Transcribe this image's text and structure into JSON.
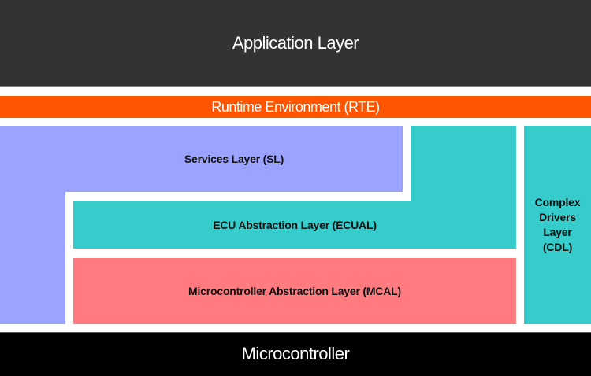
{
  "layers": {
    "application": {
      "label": "Application Layer",
      "color": "#333333"
    },
    "rte": {
      "label": "Runtime Environment (RTE)",
      "color": "#ff5500"
    },
    "services": {
      "label": "Services Layer (SL)",
      "color": "#9ba3ff"
    },
    "ecual": {
      "label": "ECU Abstraction Layer (ECUAL)",
      "color": "#36cccc"
    },
    "mcal": {
      "label": "Microcontroller Abstraction Layer (MCAL)",
      "color": "#ff7b80"
    },
    "cdl": {
      "label": "Complex Drivers Layer (CDL)",
      "lines": [
        "Complex",
        "Drivers",
        "Layer",
        "(CDL)"
      ],
      "color": "#36cccc"
    },
    "microcontroller": {
      "label": "Microcontroller",
      "color": "#000000"
    }
  }
}
